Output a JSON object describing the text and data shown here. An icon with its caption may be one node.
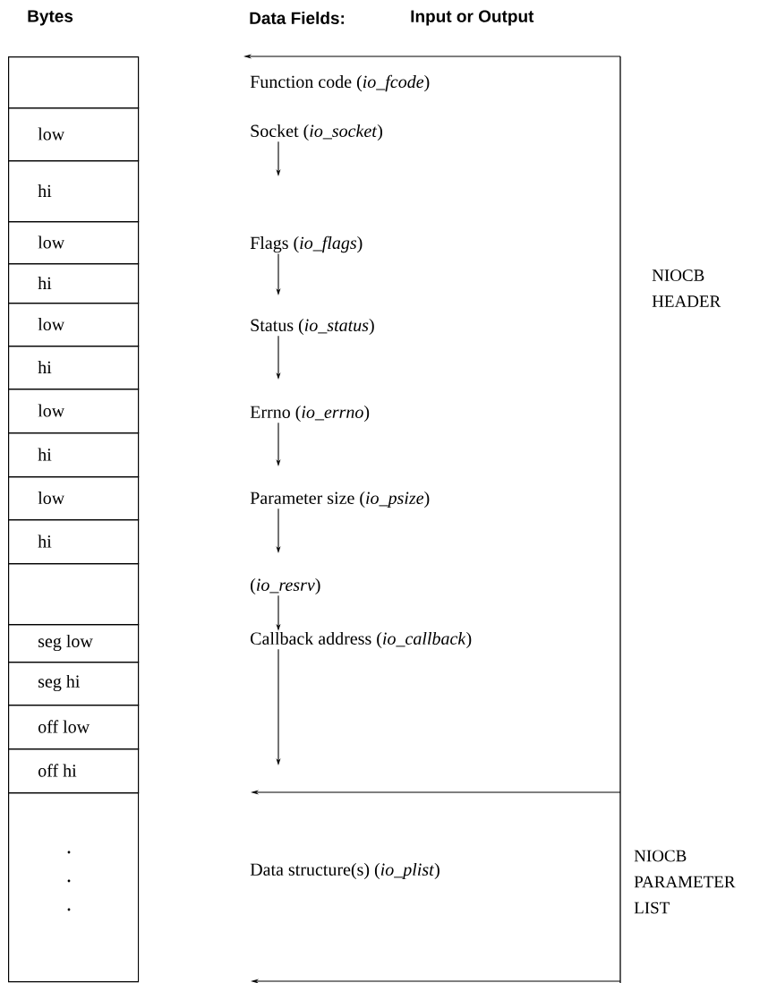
{
  "diagram": {
    "nodes": [
      {
        "text": [],
        "shape": "box"
      },
      {
        "text": [
          "low"
        ]
      },
      {
        "text": [
          "hi"
        ]
      },
      {
        "text": [
          "low"
        ]
      },
      {
        "text": [
          "hi"
        ]
      },
      {
        "text": [
          "low"
        ]
      },
      {
        "text": [
          "hi"
        ]
      },
      {
        "text": [
          "low"
        ]
      },
      {
        "text": [
          "hi"
        ]
      },
      {
        "text": [
          "low"
        ]
      },
      {
        "text": [
          "hi"
        ]
      },
      {
        "text": [],
        "shape": "box"
      },
      {
        "text": [
          "seg low"
        ]
      },
      {
        "text": [
          "seg hi"
        ]
      },
      {
        "text": [
          "off low"
        ]
      },
      {
        "text": [
          "off hi"
        ]
      },
      {
        "text": [],
        "shape": "box"
      },
      {
        "text": [
          "Function code (*io_fcode*)"
        ]
      },
      {
        "text": [
          "Socket (*io_socket*)"
        ]
      },
      {
        "text": [
          "Flags (*io_flags*)"
        ]
      },
      {
        "text": [
          "Status (*io_status*)"
        ]
      },
      {
        "text": [
          "Errno (*io_errno*)"
        ]
      },
      {
        "text": [
          "Parameter size (*io_psize*)"
        ]
      },
      {
        "text": [
          "(*io_resrv*)"
        ]
      },
      {
        "text": [
          "Callback address (*io_callback*)"
        ]
      },
      {
        "text": [
          "Data structure(s) (*io_plist*)"
        ]
      }
    ],
    "edges": [
      {
        "from": 18,
        "to": null,
        "arrow": "to"
      },
      {
        "from": 19,
        "to": null,
        "arrow": "to"
      },
      {
        "from": 20,
        "to": null,
        "arrow": "to"
      },
      {
        "from": 21,
        "to": null,
        "arrow": "to"
      },
      {
        "from": 22,
        "to": null,
        "arrow": "to"
      },
      {
        "from": 23,
        "to": 24,
        "arrow": "to"
      },
      {
        "from": 24,
        "to": null,
        "arrow": "to"
      }
    ],
    "labels": [
      "Bytes",
      "Data Fields:",
      "Input or Output",
      "NIOCB HEADER",
      "NIOCB PARAMETER LIST"
    ]
  }
}
